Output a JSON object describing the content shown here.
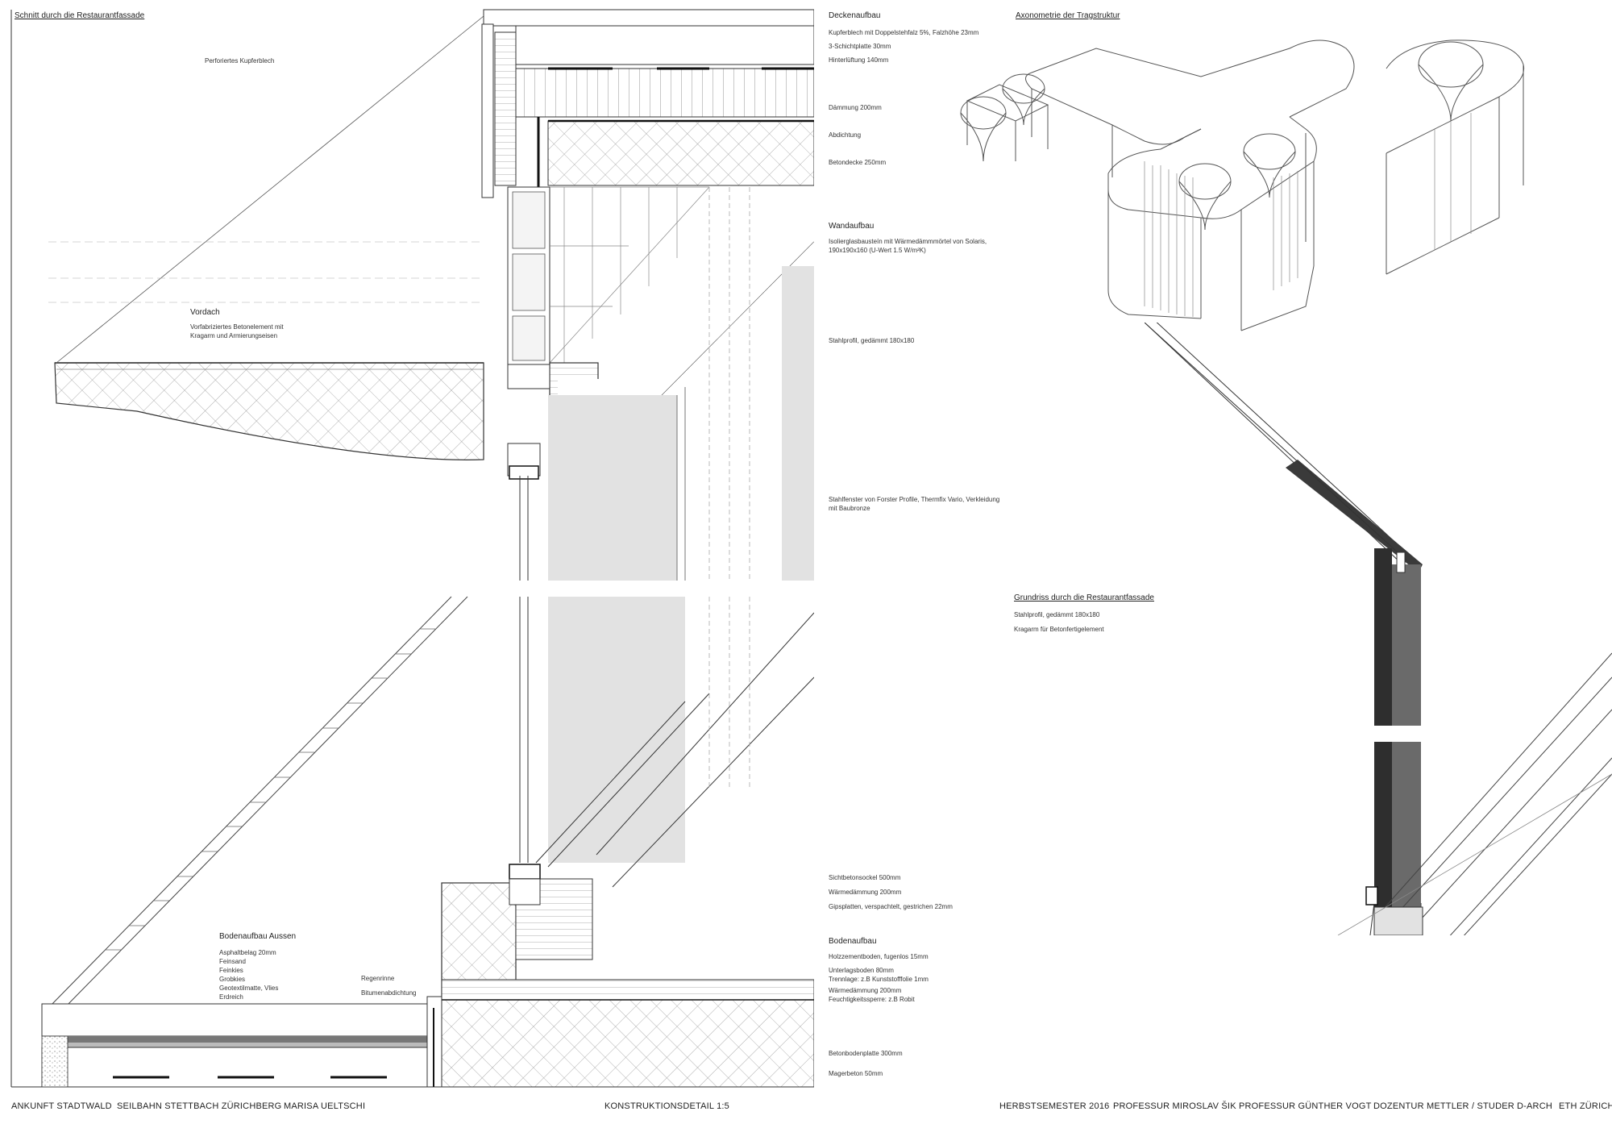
{
  "section": {
    "title": "Schnitt durch die Restaurantfassade",
    "perforiertes": "Perforiertes Kupferblech",
    "vordach_title": "Vordach",
    "vordach_text": "Vorfabriziertes Betonelement mit\nKragarm und Armierungseisen",
    "bodenaussen_title": "Bodenaufbau Aussen",
    "bodenaussen_text": "Asphaltbelag 20mm\nFeinsand\nFeinkies\nGrobkies\nGeotextilmatte, Vlies\nErdreich",
    "regenrinne": "Regenrinne",
    "bitumen": "Bitumenabdichtung"
  },
  "specs": {
    "decke_title": "Deckenaufbau",
    "decke_1": "Kupferblech mit Doppelstehfalz 5%, Falzhöhe 23mm",
    "decke_2": "3-Schichtplatte 30mm",
    "decke_3": "Hinterlüftung 140mm",
    "daemmung": "Dämmung 200mm",
    "abdichtung": "Abdichtung",
    "betondecke": "Betondecke 250mm",
    "wand_title": "Wandaufbau",
    "wand_text": "Isolierglasbausteín mit Wärmedämmmörtel von Solaris,\n190x190x160 (U-Wert 1.5 W/m²K)",
    "stahlprofil": "Stahlprofil, gedämmt 180x180",
    "fenster": "Stahlfenster von Forster Profile, Thermfix Vario, Verkleidung\nmit Baubronze",
    "sockel": "Sichtbetonsockel 500mm",
    "waermedaemmung": "Wärmedämmung 200mm",
    "gips": "Gipsplatten, verspachtelt, gestrichen 22mm",
    "boden_title": "Bodenaufbau",
    "boden_1": "Holzzementboden, fugenlos 15mm",
    "boden_2": "Unterlagsboden 80mm\nTrennlage: z.B Kunststofffolie 1mm",
    "boden_3": "Wärmedämmung 200mm\nFeuchtigkeitssperre: z.B Robit",
    "bodenplatte": "Betonbodenplatte 300mm",
    "magerbeton": "Magerbeton 50mm"
  },
  "axo": {
    "title": "Axonometrie der Tragstruktur"
  },
  "plan": {
    "title": "Grundriss durch die Restaurantfassade",
    "line1": "Stahlprofil, gedämmt 180x180",
    "line2": "Kragarm für Betonfertigelement"
  },
  "footer": {
    "left_1": "ANKUNFT STADTWALD",
    "left_2": "SEILBAHN STETTBACH ZÜRICHBERG",
    "left_3": "MARISA UELTSCHI",
    "center": "KONSTRUKTIONSDETAIL   1:5",
    "right_1": "HERBSTSEMESTER 2016",
    "right_2": "PROFESSUR MIROSLAV ŠIK",
    "right_3": "PROFESSUR GÜNTHER VOGT",
    "right_4": "DOZENTUR METTLER / STUDER",
    "right_5": "D-ARCH",
    "right_6": "ETH ZÜRICH"
  },
  "colors": {
    "line": "#333333",
    "steel": "#3a3a3a",
    "steel_light": "#6a6a6a",
    "glass": "#dcdcdc"
  }
}
